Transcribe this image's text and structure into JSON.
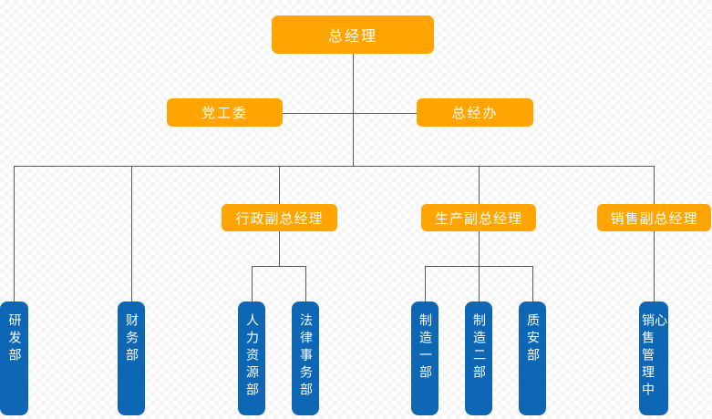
{
  "diagram": {
    "type": "org-chart",
    "nodes": {
      "root": {
        "label": "总经理"
      },
      "party_committee": {
        "label": "党工委"
      },
      "gm_office": {
        "label": "总经办"
      },
      "admin_vp": {
        "label": "行政副总经理"
      },
      "production_vp": {
        "label": "生产副总经理"
      },
      "sales_vp": {
        "label": "销售副总经理"
      },
      "rd_dept": {
        "label": "研发部"
      },
      "finance_dept": {
        "label": "财务部"
      },
      "hr_dept": {
        "label": "人力资源部"
      },
      "legal_dept": {
        "label": "法律事务部"
      },
      "manufacturing_1_dept": {
        "label": "制造一部"
      },
      "manufacturing_2_dept": {
        "label": "制造二部"
      },
      "quality_safety_dept": {
        "label": "质安部"
      },
      "sales_center": {
        "label": "销售管理中心"
      }
    },
    "hierarchy": {
      "root": "总经理",
      "staff_nodes_of_root": [
        "党工委",
        "总经办"
      ],
      "children_of_root": [
        "研发部",
        "财务部",
        "行政副总经理",
        "生产副总经理",
        "销售副总经理"
      ],
      "children_of_admin_vp": [
        "人力资源部",
        "法律事务部"
      ],
      "children_of_production_vp": [
        "制造一部",
        "制造二部",
        "质安部"
      ],
      "children_of_sales_vp": [
        "销售管理中心"
      ]
    },
    "colors": {
      "manager_node": "#ffa400",
      "department_node": "#0d67b5",
      "connector": "#595959",
      "node_text": "#ffffff"
    }
  }
}
